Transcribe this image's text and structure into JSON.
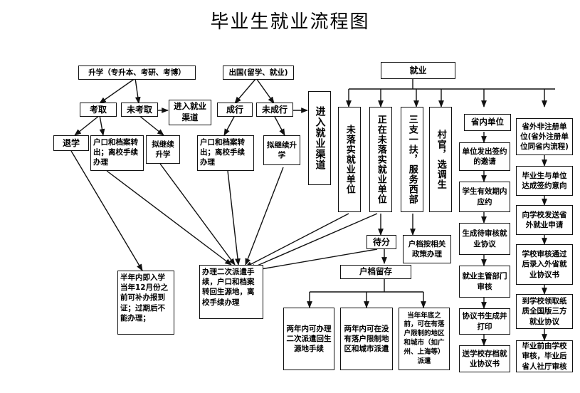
{
  "title": "毕业生就业流程图",
  "nodes": {
    "study": "升学（专升本、考研、考博）",
    "abroad": "出国(留学、就业)",
    "employ": "就业",
    "kaoqu": "考取",
    "weikaoqu": "未考取",
    "enter_channel_a": "进入就业渠道",
    "chengxing": "成行",
    "weichengxing": "未成行",
    "enter_channel_b": "进入就业渠道",
    "weiluoshi": "未落实就业单位",
    "zhengzai": "正在未落实就业单位",
    "sanzhi": "三支一扶，服务西部",
    "cunguan": "村官，选调生",
    "shengnei": "省内单位",
    "shengwai": "省外非注册单位(省外注册单位同省内流程)",
    "tuixue": "退学",
    "hukou_a": "户口和档案转出；离校手续办理",
    "nijixu_a": "拟继续升学",
    "hukou_b": "户口和档案转出；离校手续办理",
    "nijixu_b": "拟继续升学",
    "faqian": "单位发出签约的邀请",
    "xuesheng": "学生有效期内应约",
    "shengcheng": "生成待审核就业协议",
    "zhuguan": "就业主管部门审核",
    "dayin": "协议书生成并打印",
    "songxuexiao": "送学校存档就业协议书",
    "dachengyi": "毕业生与单位达成签约意向",
    "xuexiaofasong": "向学校发送省外就业申请",
    "xuexiaoshenhe": "学校审核通过后录入外省就业协议书",
    "lingqu": "到学校领取纸质全国版三方就业协议",
    "biyeqian": "毕业前由学校审核，毕业后省人社厅审核",
    "daifen": "待分",
    "hudang": "户档留存",
    "huandang_policy": "户档按相关政策办理",
    "banli": "办理二次派遣手续，户口和档案转回生源地，离校手续办理",
    "bannian": "半年内即入学当年12月份之前可补办报到证；过期后不能办理；",
    "liangnian_a": "两年内可办理二次派遣回生源地手续",
    "liangnian_b": "两年内可在没有落户限制地区和城市派遣",
    "dangnian": "当年年底之前，可在有落户限制的地区和城市（如广州、上海等）派遣"
  }
}
